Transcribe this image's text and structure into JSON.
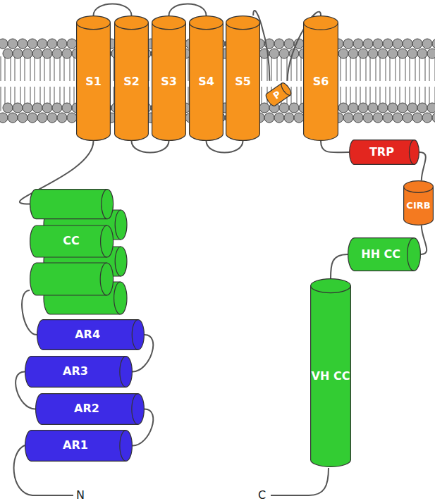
{
  "diagram": {
    "nodes": [
      {
        "text": [
          "S1"
        ]
      },
      {
        "text": [
          "S2"
        ]
      },
      {
        "text": [
          "S3"
        ]
      },
      {
        "text": [
          "S4"
        ]
      },
      {
        "text": [
          "S5"
        ]
      },
      {
        "text": [
          "P"
        ]
      },
      {
        "text": [
          "S6"
        ]
      },
      {
        "text": [
          "TRP"
        ]
      },
      {
        "text": [
          "CIRB"
        ]
      },
      {
        "text": [
          "CC"
        ]
      },
      {
        "text": [
          "HH CC"
        ]
      },
      {
        "text": [
          "AR4"
        ]
      },
      {
        "text": [
          "VH CC"
        ]
      },
      {
        "text": [
          "AR3"
        ]
      },
      {
        "text": [
          "AR2"
        ]
      },
      {
        "text": [
          "AR1"
        ]
      }
    ],
    "edges": [
      {
        "from": 0,
        "to": 1,
        "arrow": "none"
      },
      {
        "from": 1,
        "to": 2,
        "arrow": "none"
      },
      {
        "from": 2,
        "to": 3,
        "arrow": "none"
      },
      {
        "from": 3,
        "to": 4,
        "arrow": "none"
      },
      {
        "from": 4,
        "to": 5,
        "arrow": "none"
      },
      {
        "from": 5,
        "to": 6,
        "arrow": "none"
      },
      {
        "from": 6,
        "to": 7,
        "arrow": "none"
      },
      {
        "from": 7,
        "to": 8,
        "arrow": "none"
      },
      {
        "from": 8,
        "to": 10,
        "arrow": "none"
      },
      {
        "from": 10,
        "to": 12,
        "arrow": "none"
      },
      {
        "from": 0,
        "to": 9,
        "arrow": "none"
      },
      {
        "from": 9,
        "to": 11,
        "arrow": "none"
      },
      {
        "from": 11,
        "to": 13,
        "arrow": "none"
      },
      {
        "from": 13,
        "to": 14,
        "arrow": "none"
      },
      {
        "from": 14,
        "to": 15,
        "arrow": "none"
      }
    ],
    "labels": [
      "N",
      "C"
    ]
  }
}
